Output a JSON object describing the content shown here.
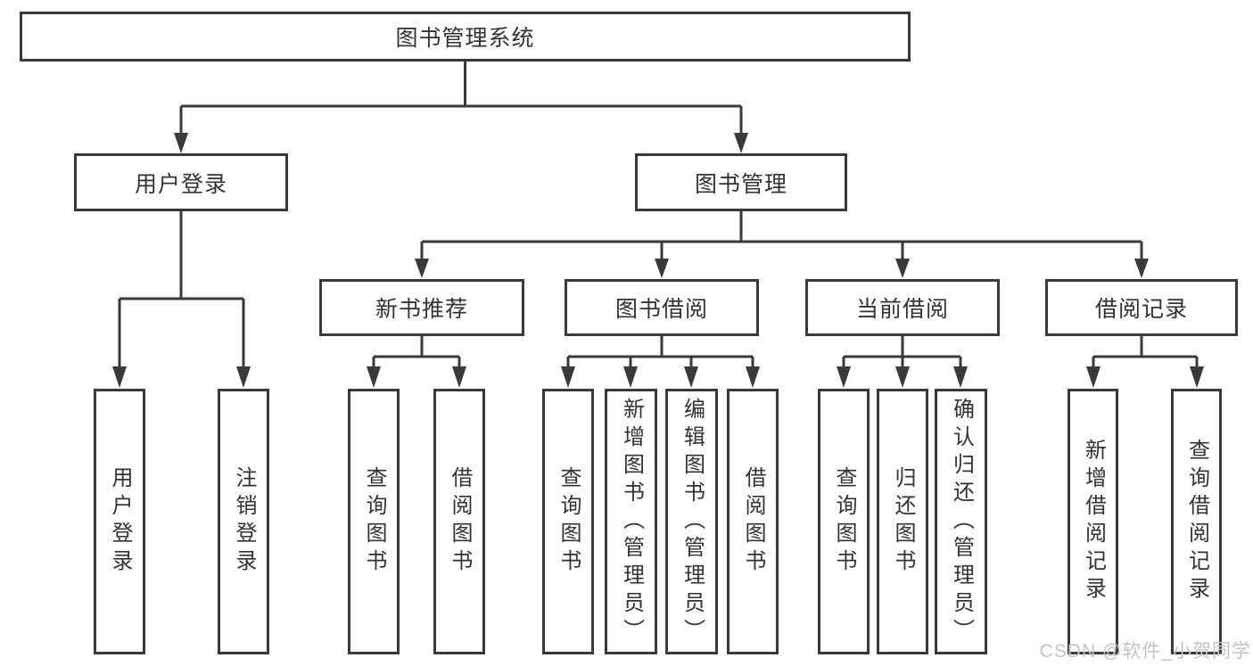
{
  "nodes": {
    "root": "图书管理系统",
    "level2": {
      "user_login": "用户登录",
      "book_management": "图书管理"
    },
    "level3": {
      "new_book_recommend": "新书推荐",
      "book_borrow": "图书借阅",
      "current_borrow": "当前借阅",
      "borrow_records": "借阅记录"
    },
    "leaves": {
      "user_login": [
        "用户登录",
        "注销登录"
      ],
      "new_book_recommend": [
        "查询图书",
        "借阅图书"
      ],
      "book_borrow": [
        "查询图书",
        "新增图书（管理员）",
        "编辑图书（管理员）",
        "借阅图书"
      ],
      "current_borrow": [
        "查询图书",
        "归还图书",
        "确认归还（管理员）"
      ],
      "borrow_records": [
        "新增借阅记录",
        "查询借阅记录"
      ]
    }
  },
  "watermark": "CSDN @软件_小贺同学",
  "colors": {
    "line": "#3a3a3a",
    "text": "#333333",
    "watermark": "#c4c4c4",
    "background": "#ffffff"
  }
}
